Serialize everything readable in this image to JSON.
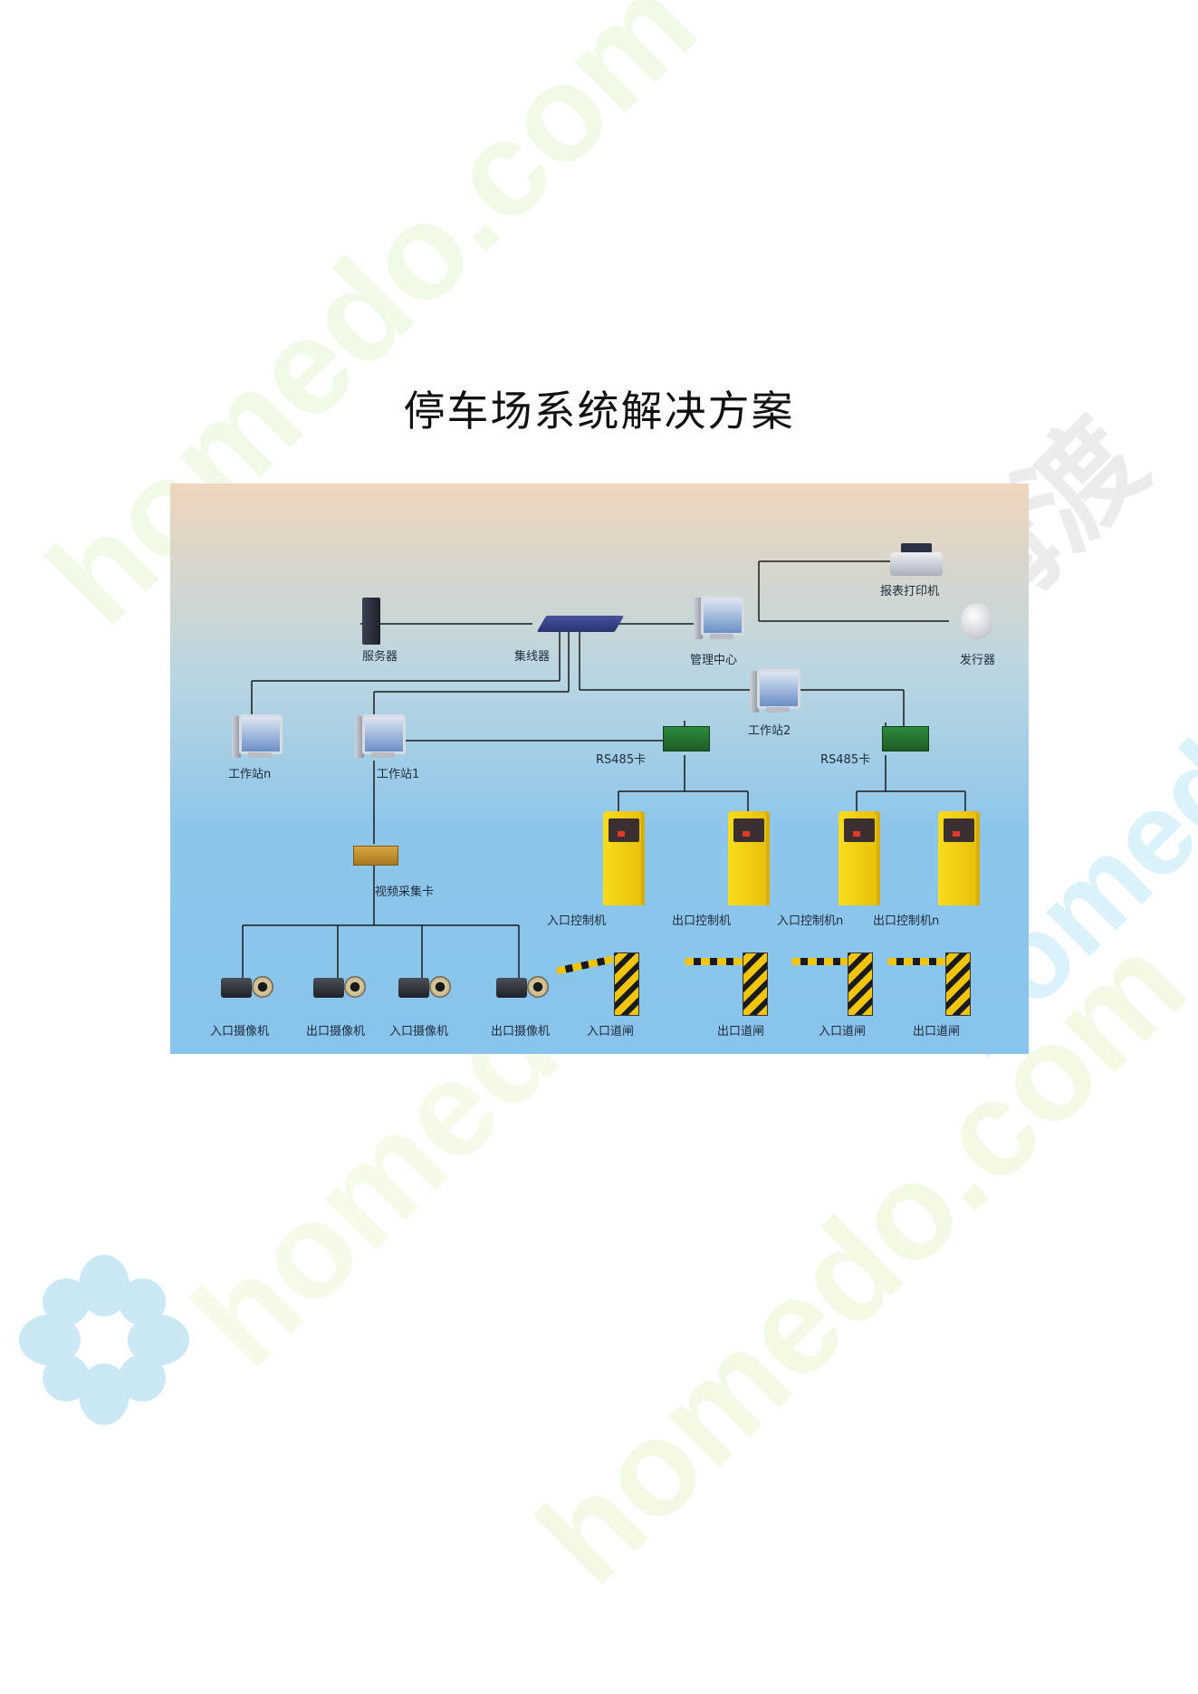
{
  "page": {
    "title": "停车场系统解决方案"
  },
  "watermark": {
    "latin": "homedo.com",
    "cjk": "河姆渡"
  },
  "diagram": {
    "labels": {
      "server": "服务器",
      "hub": "集线器",
      "management_center": "管理中心",
      "report_printer": "报表打印机",
      "card_issuer": "发行器",
      "workstation_n": "工作站n",
      "workstation_1": "工作站1",
      "workstation_2": "工作站2",
      "rs485_card_1": "RS485卡",
      "rs485_card_2": "RS485卡",
      "video_capture_card": "视频采集卡",
      "entry_controller": "入口控制机",
      "exit_controller": "出口控制机",
      "entry_controller_n": "入口控制机n",
      "exit_controller_n": "出口控制机n",
      "cameras": [
        "入口摄像机",
        "出口摄像机",
        "入口摄像机",
        "出口摄像机"
      ],
      "gates": [
        "入口道闸",
        "出口道闸",
        "入口道闸",
        "出口道闸"
      ]
    }
  }
}
